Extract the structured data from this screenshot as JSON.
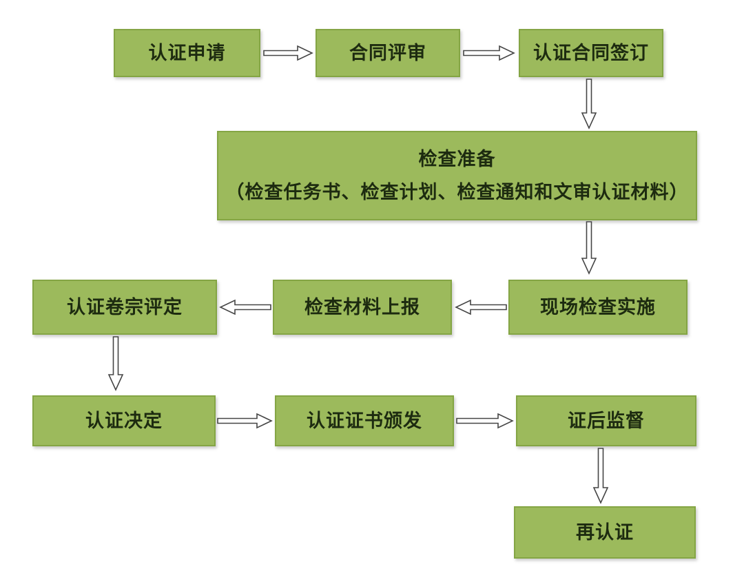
{
  "diagram": {
    "type": "flowchart",
    "nodes": {
      "apply": {
        "label": "认证申请"
      },
      "contract_review": {
        "label": "合同评审"
      },
      "contract_sign": {
        "label": "认证合同签订"
      },
      "prep": {
        "title": "检查准备",
        "detail": "（检查任务书、检查计划、检查通知和文审认证材料）"
      },
      "onsite": {
        "label": "现场检查实施"
      },
      "report": {
        "label": "检查材料上报"
      },
      "dossier": {
        "label": "认证卷宗评定"
      },
      "decision": {
        "label": "认证决定"
      },
      "issue": {
        "label": "认证证书颁发"
      },
      "supervision": {
        "label": "证后监督"
      },
      "recert": {
        "label": "再认证"
      }
    },
    "edges": [
      {
        "from": "认证申请",
        "to": "合同评审",
        "direction": "right"
      },
      {
        "from": "合同评审",
        "to": "认证合同签订",
        "direction": "right"
      },
      {
        "from": "认证合同签订",
        "to": "检查准备",
        "direction": "down"
      },
      {
        "from": "检查准备",
        "to": "现场检查实施",
        "direction": "down"
      },
      {
        "from": "现场检查实施",
        "to": "检查材料上报",
        "direction": "left"
      },
      {
        "from": "检查材料上报",
        "to": "认证卷宗评定",
        "direction": "left"
      },
      {
        "from": "认证卷宗评定",
        "to": "认证决定",
        "direction": "down"
      },
      {
        "from": "认证决定",
        "to": "认证证书颁发",
        "direction": "right"
      },
      {
        "from": "认证证书颁发",
        "to": "证后监督",
        "direction": "right"
      },
      {
        "from": "证后监督",
        "to": "再认证",
        "direction": "down"
      }
    ],
    "colors": {
      "node_fill": "#9cba5c",
      "node_border": "#84a544",
      "text": "#1d2b10",
      "arrow_fill": "#ffffff",
      "arrow_outline": "#454545",
      "background": "#ffffff"
    }
  }
}
